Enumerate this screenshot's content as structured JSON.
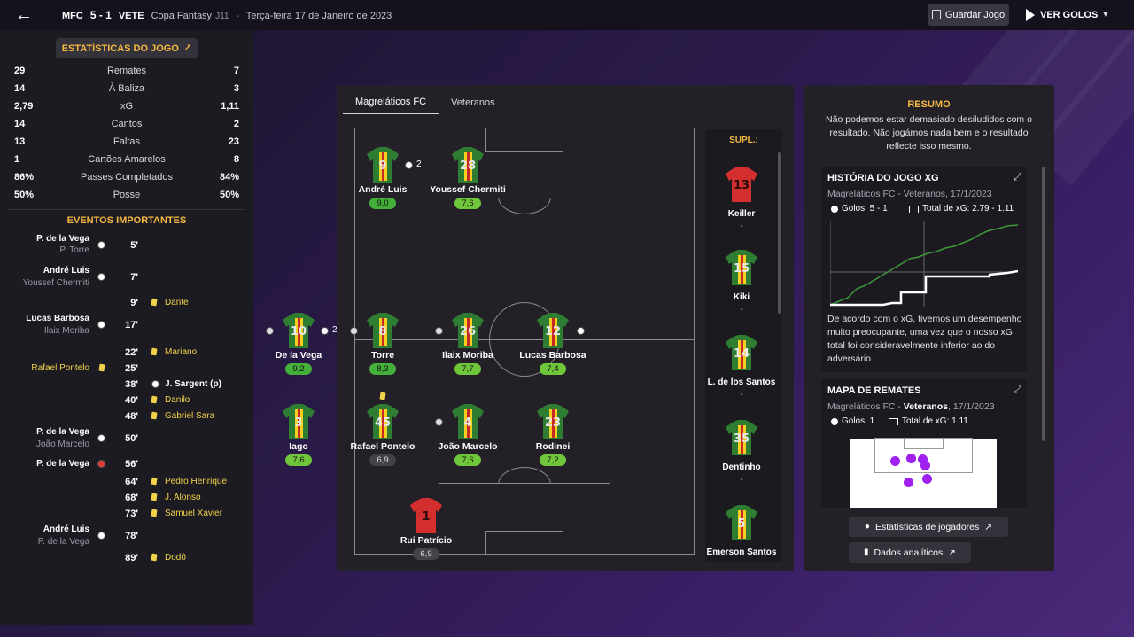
{
  "header": {
    "home_abbr": "MFC",
    "score": "5 - 1",
    "away_abbr": "VETE",
    "competition": "Copa Fantasy",
    "round": "J11",
    "sep": "-",
    "date": "Terça-feira 17 de Janeiro de 2023",
    "save_label": "Guardar Jogo",
    "watch_label": "VER GOLOS"
  },
  "stats": {
    "button_label": "ESTATÍSTICAS DO JOGO",
    "rows": [
      {
        "home": "29",
        "label": "Remates",
        "away": "7"
      },
      {
        "home": "14",
        "label": "À Baliza",
        "away": "3"
      },
      {
        "home": "2,79",
        "label": "xG",
        "away": "1,11"
      },
      {
        "home": "14",
        "label": "Cantos",
        "away": "2"
      },
      {
        "home": "13",
        "label": "Faltas",
        "away": "23"
      },
      {
        "home": "1",
        "label": "Cartões Amarelos",
        "away": "8"
      },
      {
        "home": "86%",
        "label": "Passes Completados",
        "away": "84%"
      },
      {
        "home": "50%",
        "label": "Posse",
        "away": "50%"
      }
    ]
  },
  "events": {
    "title": "EVENTOS IMPORTANTES",
    "items": [
      {
        "min": "5'",
        "side": "home",
        "type": "goal",
        "name": "P. de la Vega",
        "assist": "P. Torre"
      },
      {
        "min": "7'",
        "side": "home",
        "type": "goal",
        "name": "André Luis",
        "assist": "Youssef Chermiti"
      },
      {
        "min": "9'",
        "side": "away",
        "type": "yellow",
        "name": "Dante"
      },
      {
        "min": "17'",
        "side": "home",
        "type": "goal",
        "name": "Lucas Barbosa",
        "assist": "Ilaix Moriba"
      },
      {
        "min": "22'",
        "side": "away",
        "type": "yellow",
        "name": "Mariano"
      },
      {
        "min": "25'",
        "side": "home",
        "type": "yellow",
        "name": "Rafael Pontelo"
      },
      {
        "min": "38'",
        "side": "away",
        "type": "goal",
        "name": "J. Sargent (p)"
      },
      {
        "min": "40'",
        "side": "away",
        "type": "yellow",
        "name": "Danilo"
      },
      {
        "min": "48'",
        "side": "away",
        "type": "yellow",
        "name": "Gabriel Sara"
      },
      {
        "min": "50'",
        "side": "home",
        "type": "goal",
        "name": "P. de la Vega",
        "assist": "João Marcelo"
      },
      {
        "min": "56'",
        "side": "home",
        "type": "miss",
        "name": "P. de la Vega"
      },
      {
        "min": "64'",
        "side": "away",
        "type": "yellow",
        "name": "Pedro Henrique"
      },
      {
        "min": "68'",
        "side": "away",
        "type": "yellow",
        "name": "J. Alonso"
      },
      {
        "min": "73'",
        "side": "away",
        "type": "yellow",
        "name": "Samuel Xavier"
      },
      {
        "min": "78'",
        "side": "home",
        "type": "goal",
        "name": "André Luis",
        "assist": "P. de la Vega"
      },
      {
        "min": "89'",
        "side": "away",
        "type": "yellow",
        "name": "Dodô"
      }
    ]
  },
  "pitch": {
    "tabs": [
      "Magreláticos FC",
      "Veteranos"
    ],
    "players": [
      {
        "num": "9",
        "name": "André Luis",
        "rating": "9,0",
        "goals": "2",
        "gk": false
      },
      {
        "num": "28",
        "name": "Youssef Chermiti",
        "rating": "7,6",
        "gk": false
      },
      {
        "num": "10",
        "name": "De la Vega",
        "rating": "9,2",
        "goals": "2",
        "gk": false
      },
      {
        "num": "8",
        "name": "Torre",
        "rating": "8,3",
        "gk": false
      },
      {
        "num": "26",
        "name": "Ilaix Moriba",
        "rating": "7,7",
        "gk": false
      },
      {
        "num": "12",
        "name": "Lucas Barbosa",
        "rating": "7,4",
        "gk": false
      },
      {
        "num": "3",
        "name": "Iago",
        "rating": "7,6",
        "gk": false
      },
      {
        "num": "45",
        "name": "Rafael Pontelo",
        "rating": "6,9",
        "gk": false
      },
      {
        "num": "4",
        "name": "João Marcelo",
        "rating": "7,6",
        "gk": false
      },
      {
        "num": "23",
        "name": "Rodinei",
        "rating": "7,2",
        "gk": false
      },
      {
        "num": "1",
        "name": "Rui Patrício",
        "rating": "6,9",
        "gk": true
      }
    ]
  },
  "subs": {
    "title": "SUPL.:",
    "items": [
      {
        "num": "13",
        "name": "Keiller",
        "rating": "-",
        "gk": true
      },
      {
        "num": "15",
        "name": "Kiki",
        "rating": "-",
        "gk": false
      },
      {
        "num": "14",
        "name": "L. de los Santos",
        "rating": "-",
        "gk": false
      },
      {
        "num": "35",
        "name": "Dentinho",
        "rating": "-",
        "gk": false
      },
      {
        "num": "5",
        "name": "Emerson Santos",
        "rating": "",
        "gk": false
      }
    ]
  },
  "summary": {
    "title": "RESUMO",
    "text": "Não podemos estar demasiado desiludidos com o resultado. Não jogámos nada bem e o resultado reflecte isso mesmo."
  },
  "xg_card": {
    "title": "HISTÓRIA DO JOGO XG",
    "subtitle": "Magreláticos FC - Veteranos, 17/1/2023",
    "goals": "Golos: 5 - 1",
    "xg_total": "Total de xG: 2.79 - 1.11",
    "text": "De acordo com o xG, tivemos um desempenho muito preocupante, uma vez que o nosso xG total foi consideravelmente inferior ao do adversário."
  },
  "shot_card": {
    "title": "MAPA DE REMATES",
    "subtitle_pre": "Magreláticos FC - ",
    "subtitle_bold": "Veteranos",
    "subtitle_post": ", 17/1/2023",
    "goals": "Golos: 1",
    "xg": "Total de xG: 1.11"
  },
  "buttons": {
    "player_stats": "Estatísticas de jogadores",
    "analytics": "Dados analíticos"
  },
  "colors": {
    "accent": "#f5b942",
    "shirt_green": "#2e7d32",
    "gk_red": "#d32f2f",
    "yellow_card": "#f1d34a"
  }
}
